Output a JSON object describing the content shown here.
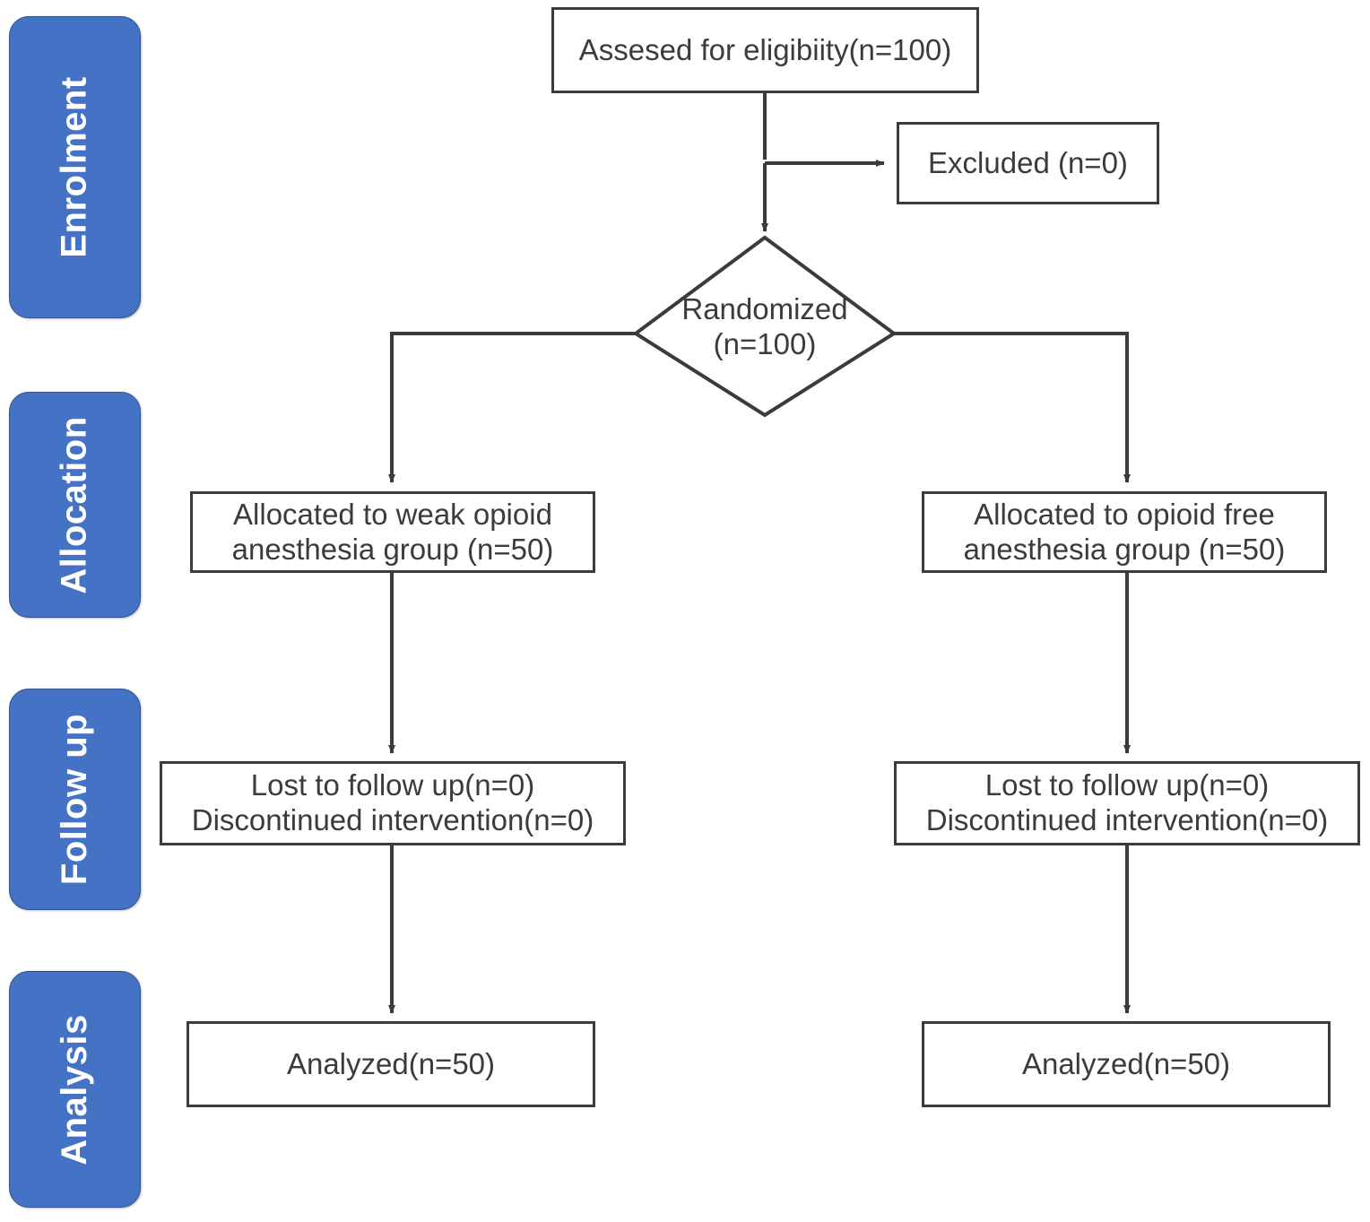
{
  "diagram": {
    "title": "CONSORT Flow Diagram",
    "type": "flowchart",
    "colors": {
      "stage_label_fill": "#4472C4",
      "stage_label_border": "#2F528F",
      "stage_label_text": "#FFFFFF",
      "node_border": "#3B3B3B",
      "node_fill": "#FFFFFF",
      "node_text": "#3B3B3B",
      "connector": "#3B3B3B",
      "background": "#FFFFFF"
    }
  },
  "stages": [
    {
      "id": "enrolment",
      "label": "Enrolment"
    },
    {
      "id": "allocation",
      "label": "Allocation"
    },
    {
      "id": "follow_up",
      "label": "Follow up"
    },
    {
      "id": "analysis",
      "label": "Analysis"
    }
  ],
  "nodes": {
    "assessed": {
      "label": "Assesed for eligibiity(n=100)",
      "shape": "rectangle",
      "count": 100
    },
    "excluded": {
      "label": "Excluded (n=0)",
      "shape": "rectangle",
      "count": 0
    },
    "randomized": {
      "label": "Randomized\n(n=100)",
      "shape": "diamond",
      "count": 100
    },
    "allocated_left": {
      "label": "Allocated to weak opioid\nanesthesia group (n=50)",
      "shape": "rectangle",
      "count": 50
    },
    "allocated_right": {
      "label": "Allocated to opioid free\nanesthesia group (n=50)",
      "shape": "rectangle",
      "count": 50
    },
    "followup_left": {
      "label": "Lost to follow up(n=0)\nDiscontinued intervention(n=0)",
      "shape": "rectangle",
      "count": 0
    },
    "followup_right": {
      "label": "Lost to follow up(n=0)\nDiscontinued intervention(n=0)",
      "shape": "rectangle",
      "count": 0
    },
    "analyzed_left": {
      "label": "Analyzed(n=50)",
      "shape": "rectangle",
      "count": 50
    },
    "analyzed_right": {
      "label": "Analyzed(n=50)",
      "shape": "rectangle",
      "count": 50
    }
  },
  "edges": [
    {
      "id": "assessed-to-excluded",
      "from": "assessed",
      "to": "excluded",
      "arrow": true
    },
    {
      "id": "assessed-to-randomized",
      "from": "assessed",
      "to": "randomized",
      "arrow": true
    },
    {
      "id": "randomized-to-allocated-left",
      "from": "randomized",
      "to": "allocated_left",
      "arrow": true
    },
    {
      "id": "randomized-to-allocated-right",
      "from": "randomized",
      "to": "allocated_right",
      "arrow": true
    },
    {
      "id": "allocated-left-to-followup-left",
      "from": "allocated_left",
      "to": "followup_left",
      "arrow": true
    },
    {
      "id": "allocated-right-to-followup-right",
      "from": "allocated_right",
      "to": "followup_right",
      "arrow": true
    },
    {
      "id": "followup-left-to-analyzed-left",
      "from": "followup_left",
      "to": "analyzed_left",
      "arrow": true
    },
    {
      "id": "followup-right-to-analyzed-right",
      "from": "followup_right",
      "to": "analyzed_right",
      "arrow": true
    }
  ]
}
